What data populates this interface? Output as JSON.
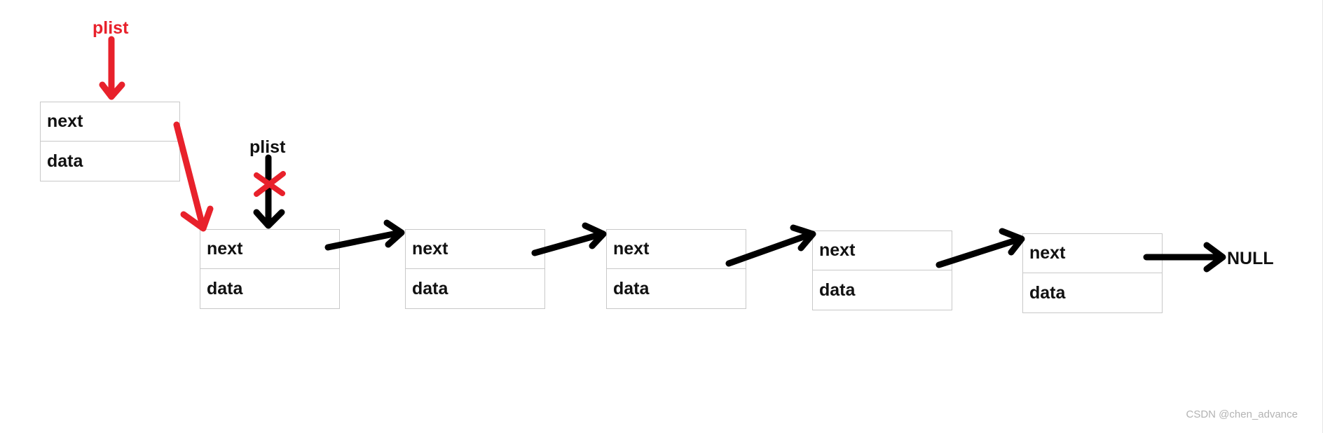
{
  "labels": {
    "head_pointer": "plist",
    "current_pointer": "plist",
    "terminator": "NULL"
  },
  "head_node": {
    "next_label": "next",
    "data_label": "data"
  },
  "nodes": [
    {
      "next_label": "next",
      "data_label": "data"
    },
    {
      "next_label": "next",
      "data_label": "data"
    },
    {
      "next_label": "next",
      "data_label": "data"
    },
    {
      "next_label": "next",
      "data_label": "data"
    },
    {
      "next_label": "next",
      "data_label": "data"
    }
  ],
  "watermark": "CSDN @chen_advance",
  "colors": {
    "highlight": "#e8212b",
    "ink": "#000000",
    "box_border": "#c8c8c8"
  }
}
